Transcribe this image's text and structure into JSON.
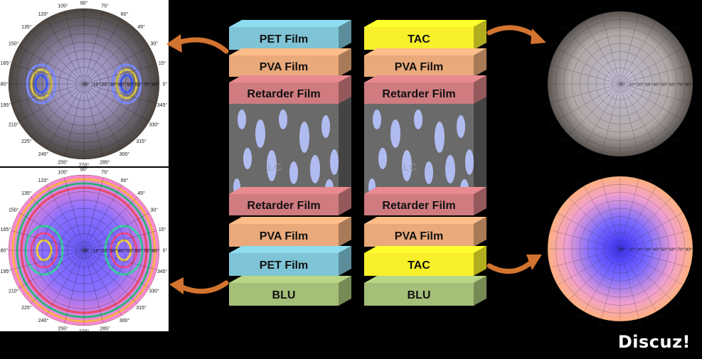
{
  "left_stack": {
    "layers": [
      "PET Film",
      "PVA Film",
      "Retarder Film",
      "LC",
      "Retarder Film",
      "PVA Film",
      "PET Film",
      "BLU"
    ],
    "colors": {
      "pet": "#7fc4d6",
      "pva": "#e9a97a",
      "retarder": "#cf7b80",
      "blu": "#a4bf78"
    }
  },
  "right_stack": {
    "layers": [
      "TAC",
      "PVA Film",
      "Retarder Film",
      "LC",
      "Retarder Film",
      "PVA Film",
      "TAC",
      "BLU"
    ],
    "colors": {
      "tac": "#f7f02a",
      "pva": "#e9a97a",
      "retarder": "#cf7b80",
      "blu": "#a4bf78"
    }
  },
  "polar_plot": {
    "angle_labels": [
      "90°",
      "75°",
      "60°",
      "45°",
      "30°",
      "15°",
      "0°",
      "345°",
      "330°",
      "315°",
      "300°",
      "285°",
      "270°",
      "255°",
      "240°",
      "225°",
      "210°",
      "195°",
      "180°",
      "165°",
      "150°",
      "135°",
      "120°",
      "105°"
    ],
    "radial_labels": [
      "0°",
      "10°",
      "20°",
      "30°",
      "40°",
      "50°",
      "60°",
      "70°",
      "80°"
    ]
  },
  "watermark": "Discuz!",
  "accent_arrow_color": "#d2742f"
}
